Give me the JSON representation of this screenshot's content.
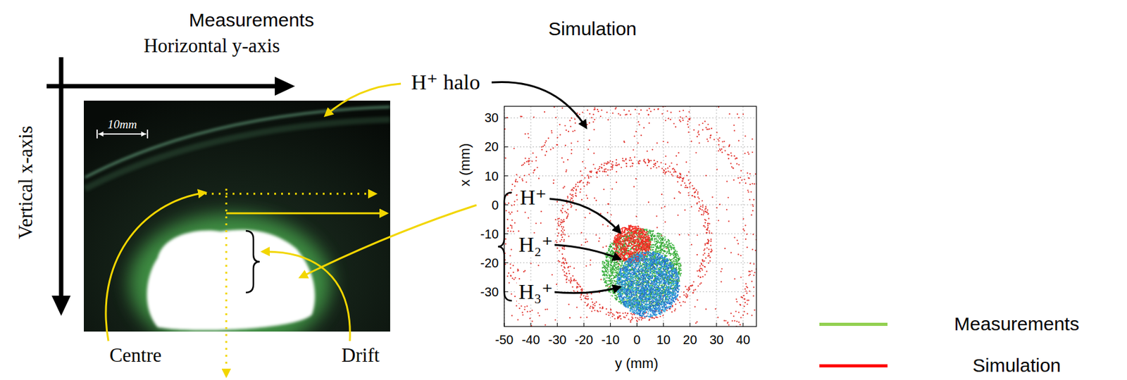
{
  "diagram": {
    "labels": [
      "Measurements",
      "Simulation",
      "Horizontal y-axis",
      "Vertical x-axis",
      "H⁺ halo",
      "10mm",
      "30",
      "20",
      "10",
      "0",
      "-10",
      "-20",
      "-30",
      "H⁺",
      "H₂⁺",
      "H₃⁺",
      "x (mm)",
      "Centre",
      "Drift",
      "-50",
      "-40",
      "-30",
      "-20",
      "-10",
      "0",
      "10",
      "20",
      "30",
      "40",
      "y (mm)"
    ],
    "legend": [
      {
        "text": "Measurements",
        "color": "#92d050"
      },
      {
        "text": "Simulation",
        "color": "#ff0000"
      }
    ]
  }
}
